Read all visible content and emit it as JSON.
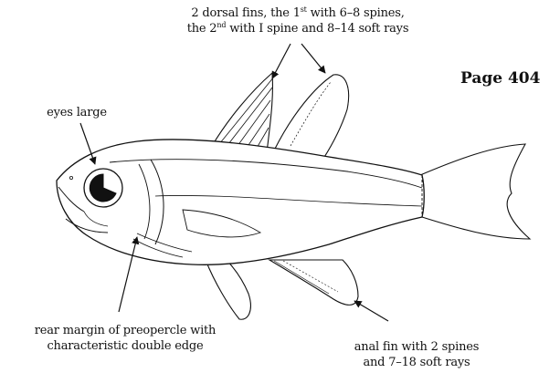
{
  "page_label": "Page 404",
  "labels": {
    "dorsal": {
      "l1_a": "2 dorsal fins, the 1",
      "l1_sup": "st",
      "l1_b": " with 6–8 spines,",
      "l2_a": "the 2",
      "l2_sup": "nd",
      "l2_b": " with I spine and 8–14 soft rays"
    },
    "eyes": "eyes large",
    "preopercle_line1": "rear margin of preopercle with",
    "preopercle_line2": "characteristic double edge",
    "anal_line1": "anal fin with 2 spines",
    "anal_line2": "and 7–18 soft rays"
  }
}
